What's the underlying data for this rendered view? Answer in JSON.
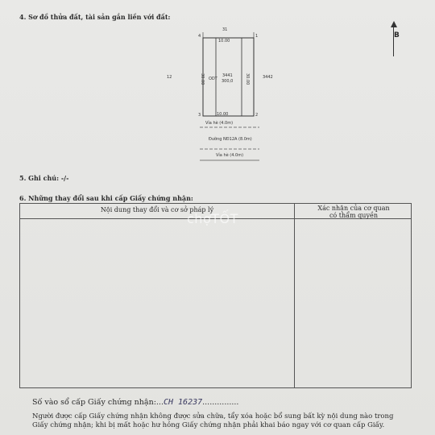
{
  "section4": {
    "title": "4. Sơ đồ thửa đất, tài sản gắn liền với đất:"
  },
  "north": {
    "letter": "B"
  },
  "plot": {
    "top_neighbor": "31",
    "left_neighbor": "12",
    "right_neighbor": "3442",
    "top_length": "10.00",
    "bottom_length": "10.00",
    "left_side_length": "30.00",
    "right_side_length": "30.00",
    "land_type": "ODT",
    "parcel_number": "3441",
    "area": "300,0",
    "corners": [
      "1",
      "2",
      "3",
      "4"
    ],
    "sidewalk_top": "Vỉa hè (4.0m)",
    "road": "Đường NĐ12A (8.0m)",
    "sidewalk_bottom": "Vỉa hè (4.0m)"
  },
  "section5": {
    "title": "5. Ghi chú: -/-"
  },
  "section6": {
    "title": "6. Những thay đổi sau khi cấp Giấy chứng nhận:",
    "col1_header": "Nội dung thay đổi và cơ sở pháp lý",
    "col2_header_line1": "Xác nhận của cơ quan",
    "col2_header_line2": "có thẩm quyền"
  },
  "watermark": "chợTỐT",
  "registry": {
    "label": "Số vào sổ cấp Giấy chứng nhận:",
    "handwritten": "CH 16237",
    "dots": "...............",
    "lead_dots": "..."
  },
  "note": "Người được cấp Giấy chứng nhận không được sửa chữa, tẩy xóa hoặc bổ sung bất kỳ nội dung nào trong Giấy chứng nhận; khi bị mất hoặc hư hỏng Giấy chứng nhận phải khai báo ngay với cơ quan cấp Giấy."
}
